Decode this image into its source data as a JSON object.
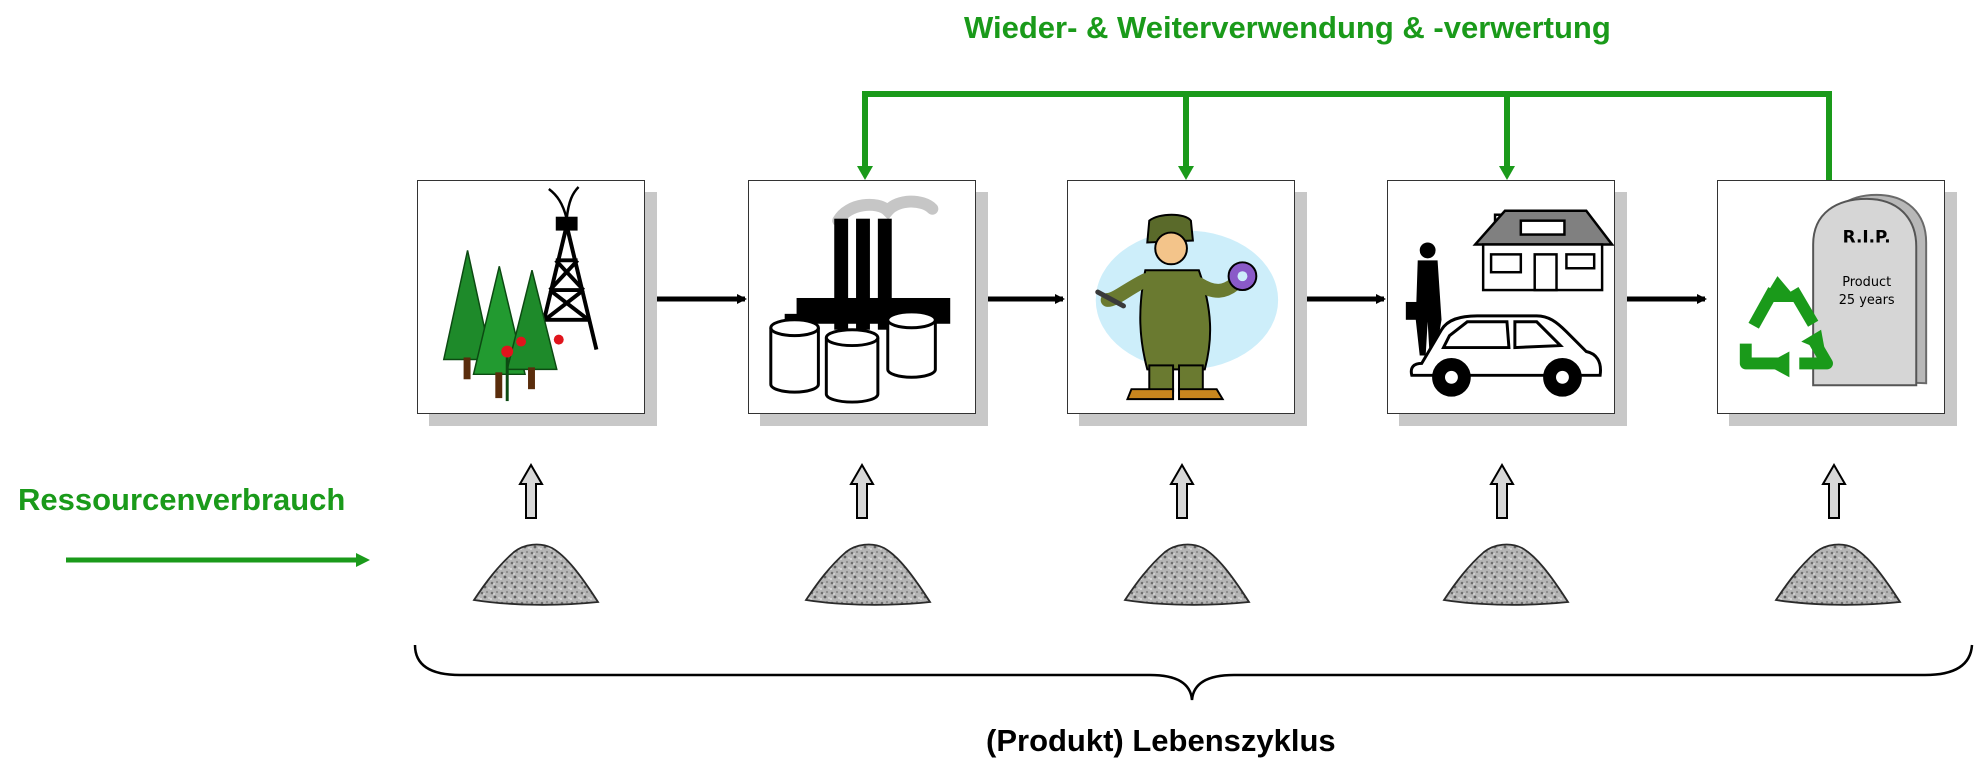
{
  "diagram": {
    "loop_label": "Wieder- & Weiterverwendung & -verwertung",
    "resource_label": "Ressourcenverbrauch",
    "lifecycle_label": "(Produkt) Lebenszyklus",
    "colors": {
      "green": "#1a9a1a",
      "arrow": "#000000",
      "box_shadow": "#c8c8c8"
    },
    "stages": [
      {
        "name": "raw-materials",
        "icons": [
          "forest-icon",
          "oil-derrick-icon"
        ]
      },
      {
        "name": "production",
        "icons": [
          "factory-icon"
        ]
      },
      {
        "name": "usage-maintenance",
        "icons": [
          "mechanic-worker-icon"
        ]
      },
      {
        "name": "consumption",
        "icons": [
          "businessman-icon",
          "house-icon",
          "car-icon"
        ]
      },
      {
        "name": "end-of-life",
        "icons": [
          "recycle-icon",
          "tombstone-icon"
        ],
        "tombstone_text": {
          "line1": "R.I.P.",
          "line2": "Product",
          "line3": "25 years"
        }
      }
    ]
  }
}
